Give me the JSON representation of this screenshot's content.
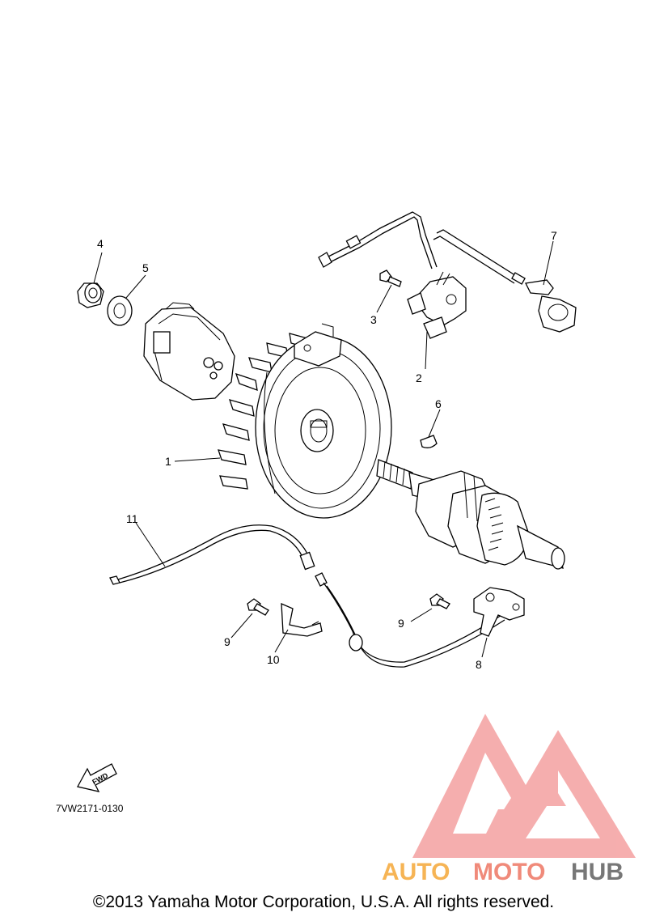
{
  "diagram": {
    "callouts": [
      "1",
      "2",
      "3",
      "4",
      "5",
      "6",
      "7",
      "8",
      "9",
      "9",
      "10",
      "11"
    ],
    "fwd_label": "FWD",
    "part_code": "7VW2171-0130"
  },
  "watermark": {
    "brand_auto": "AUTO",
    "brand_moto": "MOTO",
    "brand_hub": "HUB",
    "colors": {
      "auto": "#f6b455",
      "moto": "#f08a7a",
      "hub": "#777777",
      "logo": "#f4a0a0"
    }
  },
  "footer": {
    "copyright": "©2013 Yamaha Motor Corporation, U.S.A. All rights reserved."
  }
}
